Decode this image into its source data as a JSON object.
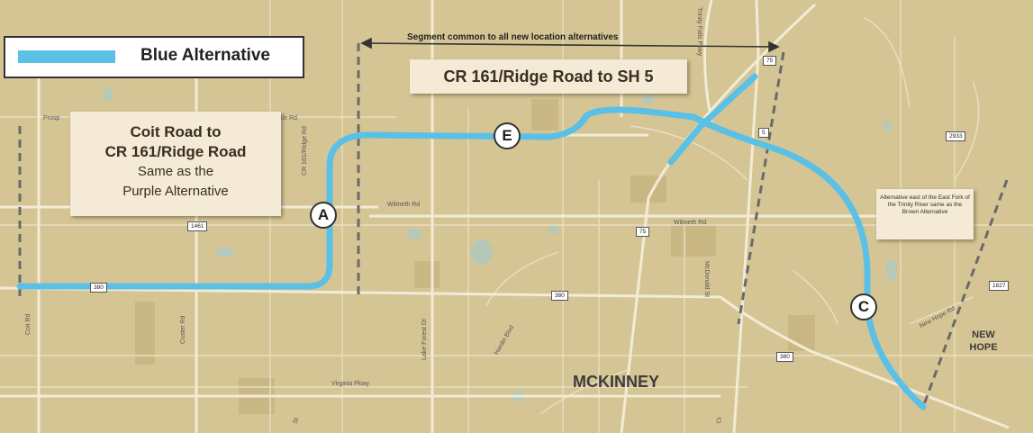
{
  "legend": {
    "label": "Blue Alternative",
    "swatch_color": "#5bc0e6"
  },
  "segment_label": "Segment common to all new location alternatives",
  "callouts": {
    "segment_name": "CR 161/Ridge Road to SH 5",
    "west_line1": "Coit Road to",
    "west_line2": "CR 161/Ridge Road",
    "west_line3": "Same as the",
    "west_line4": "Purple Alternative",
    "east_note": "Alternative east of the East Fork of the Trinity River same as the Brown Alternative"
  },
  "markers": {
    "e": "E",
    "a": "A",
    "c": "C"
  },
  "places": {
    "city": "MCKINNEY",
    "newhope": "NEW HOPE"
  },
  "roads": {
    "prosper": "Prosp",
    "prosper_r": "ile Rd",
    "ridge": "CR 161/Ridge Rd",
    "wilmeth": "Wilmeth Rd",
    "wilmeth2": "Wilmeth Rd",
    "coit": "Coit Rd",
    "custer": "Custer Rd",
    "lakeforest": "Lake Forest Dr",
    "hardin": "Hardin Blvd",
    "virginia": "Virginia Pkwy",
    "mcdonald": "McDonald St",
    "trinityfalls": "Trinity Falls Pkwy",
    "newhope_rd": "New Hope Rd",
    "st": "St",
    "ct": "Ct"
  },
  "shields": {
    "us75a": "75",
    "us75b": "75",
    "sh5": "5",
    "fm1461": "1461",
    "us380a": "380",
    "us380b": "380",
    "us380c": "380",
    "fm2933": "2933",
    "fm1827": "1827"
  },
  "colors": {
    "background": "#d6c594",
    "route": "#5bc0e6",
    "road": "#ece3cb"
  }
}
